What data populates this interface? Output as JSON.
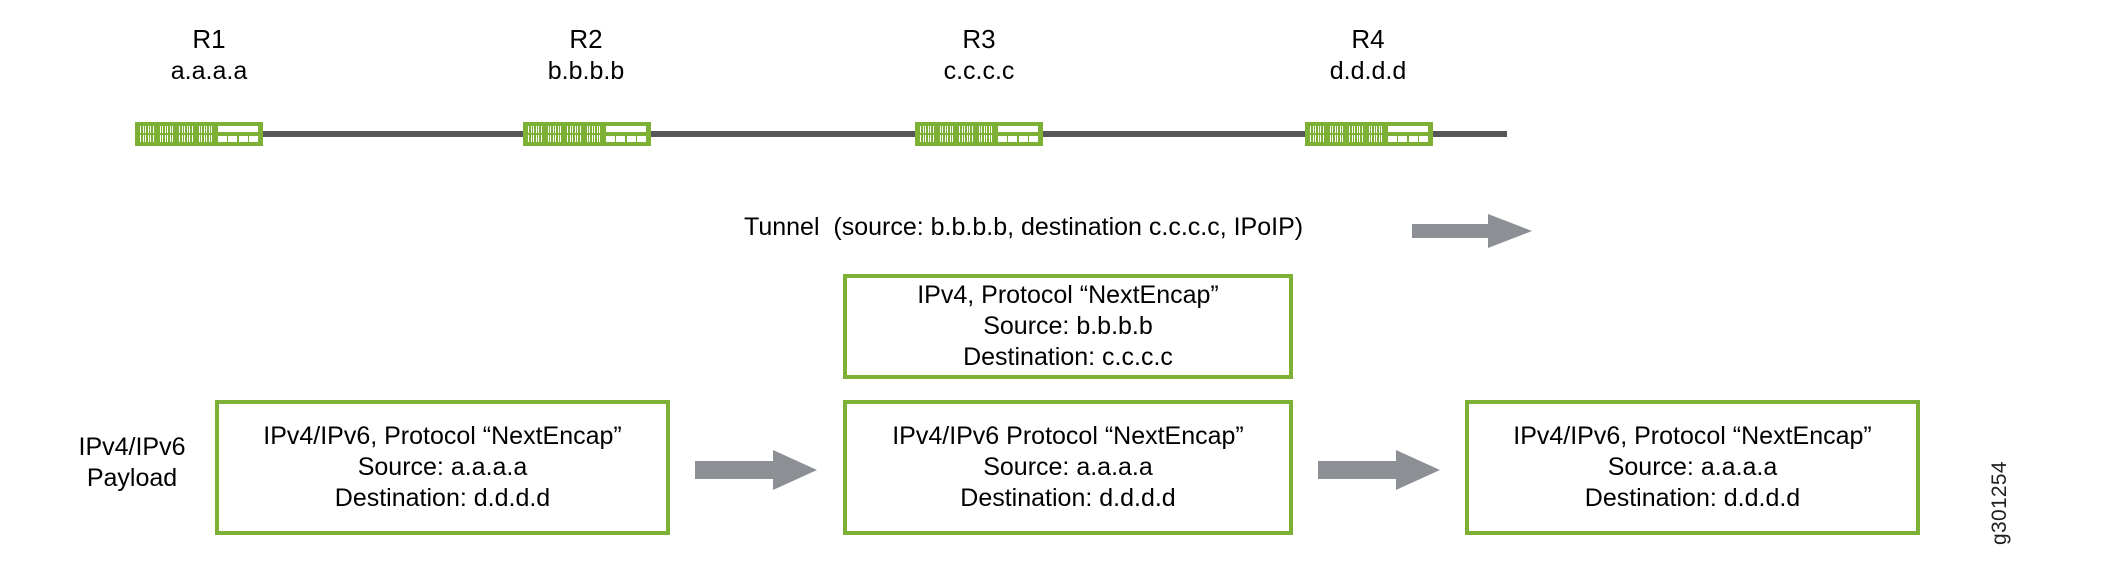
{
  "figure": {
    "id_watermark": "g301254",
    "accent_green": "#7DB135",
    "arrow_gray": "#8c8f94",
    "link_gray": "#555759",
    "background": "#ffffff"
  },
  "topology": {
    "routers": [
      {
        "name": "R1",
        "address": "a.a.a.a"
      },
      {
        "name": "R2",
        "address": "b.b.b.b"
      },
      {
        "name": "R3",
        "address": "c.c.c.c"
      },
      {
        "name": "R4",
        "address": "d.d.d.d"
      }
    ]
  },
  "tunnel": {
    "label": "Tunnel  (source: b.b.b.b, destination c.c.c.c, IPoIP)",
    "arrow_icon": "right-block-arrow-icon"
  },
  "payload_caption": {
    "line1": "IPv4/IPv6",
    "line2": "Payload"
  },
  "outer_header_box": {
    "line1": "IPv4, Protocol “NextEncap”",
    "line2": "Source: b.b.b.b",
    "line3": "Destination: c.c.c.c"
  },
  "packet_boxes": [
    {
      "line1": "IPv4/IPv6, Protocol “NextEncap”",
      "line2": "Source: a.a.a.a",
      "line3": "Destination: d.d.d.d"
    },
    {
      "line1": "IPv4/IPv6 Protocol “NextEncap”",
      "line2": "Source: a.a.a.a",
      "line3": "Destination: d.d.d.d"
    },
    {
      "line1": "IPv4/IPv6, Protocol “NextEncap”",
      "line2": "Source: a.a.a.a",
      "line3": "Destination: d.d.d.d"
    }
  ],
  "flow_arrows": [
    {
      "icon": "right-block-arrow-icon"
    },
    {
      "icon": "right-block-arrow-icon"
    }
  ]
}
